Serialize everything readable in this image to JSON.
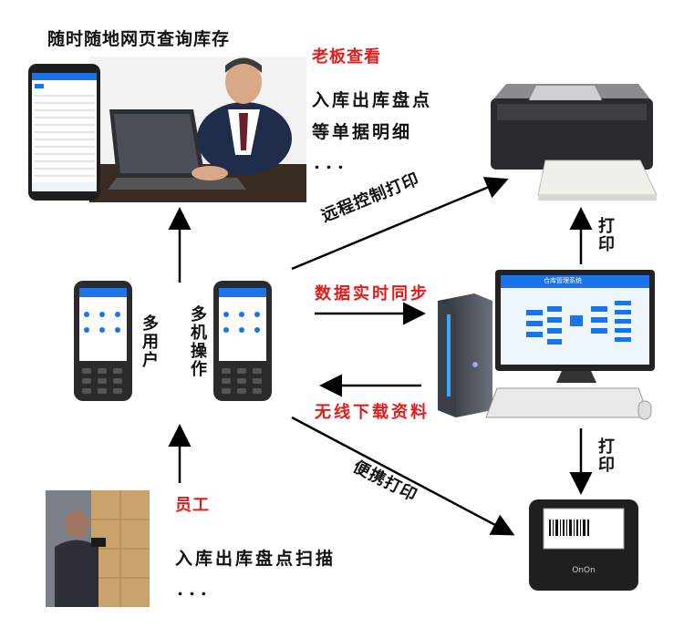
{
  "top_caption": "随时随地网页查询库存",
  "boss": {
    "title": "老板查看",
    "line1": "入库出库盘点",
    "line2": "等单据明细",
    "ellipsis": "..."
  },
  "arrows": {
    "remote_print": "远程控制打印",
    "sync": "数据实时同步",
    "download": "无线下载资料",
    "portable_print": "便携打印",
    "print_top": "打印",
    "print_bottom": "打印"
  },
  "devices": {
    "multi_user": "多用户",
    "multi_op": "多机操作"
  },
  "employee": {
    "title": "员工",
    "line1": "入库出库盘点扫描",
    "ellipsis": "..."
  },
  "software": {
    "screen_title": "仓库管理系统"
  },
  "colors": {
    "accent_red": "#e51b1b",
    "ui_blue": "#1a73e8"
  }
}
